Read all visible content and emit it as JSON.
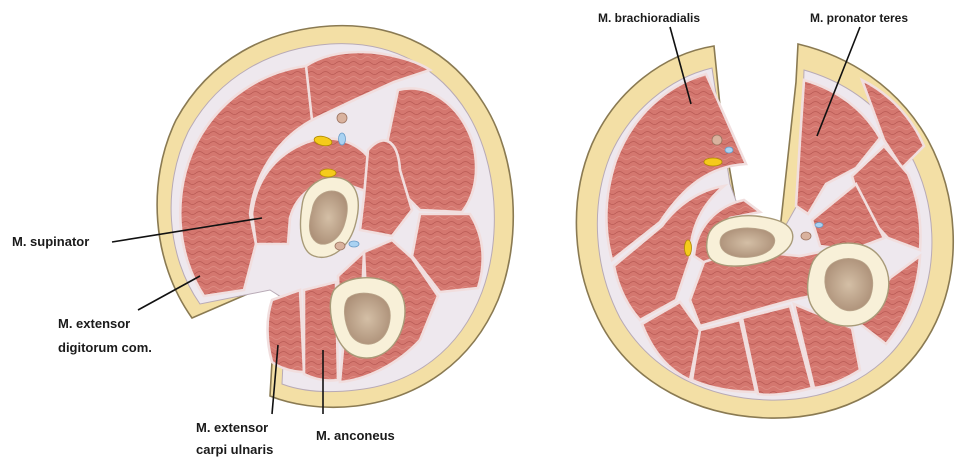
{
  "labels": {
    "supinator": "M. supinator",
    "ext_digitorum_line1": "M. extensor",
    "ext_digitorum_line2": "digitorum com.",
    "ext_carpi_line1": "M. extensor",
    "ext_carpi_line2": "carpi ulnaris",
    "anconeus": "M. anconeus",
    "brachioradialis": "M. brachioradialis",
    "pronator_teres": "M. pronator teres"
  },
  "colors": {
    "muscle": "#d4776f",
    "skin": "#f3dfa5",
    "bone": "#f8f0d8",
    "nerve": "#f5cb1b",
    "vein": "#a9d2f2",
    "fascia": "#eee8ee"
  }
}
